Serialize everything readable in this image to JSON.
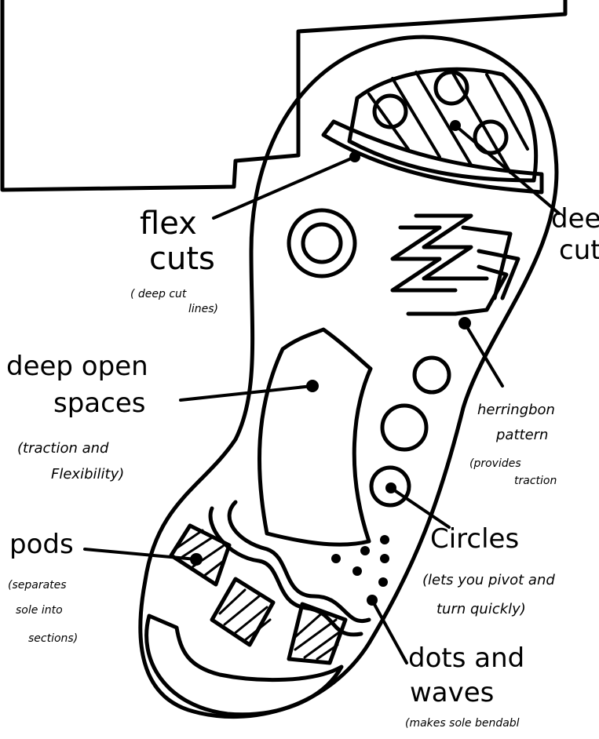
{
  "labels": {
    "flex_cuts": {
      "title_line1": "flex",
      "title_line2": "cuts",
      "note_line1": "( deep cut",
      "note_line2": "lines)"
    },
    "deep_open_spaces": {
      "title_line1": "deep open",
      "title_line2": "spaces",
      "note_line1": "(traction and",
      "note_line2": "Flexibility)"
    },
    "pods": {
      "title": "pods",
      "note_line1": "(separates",
      "note_line2": "sole into",
      "note_line3": "sections)"
    },
    "deep_cuts": {
      "title_line1": "dee",
      "title_line2": "cut"
    },
    "herringbone": {
      "title_line1": "herringbon",
      "title_line2": "pattern",
      "note_line1": "(provides",
      "note_line2": "traction"
    },
    "circles": {
      "title": "Circles",
      "note_line1": "(lets you pivot and",
      "note_line2": "turn quickly)"
    },
    "dots_waves": {
      "title_line1": "dots and",
      "title_line2": "waves",
      "note": "(makes sole bendabl"
    }
  }
}
